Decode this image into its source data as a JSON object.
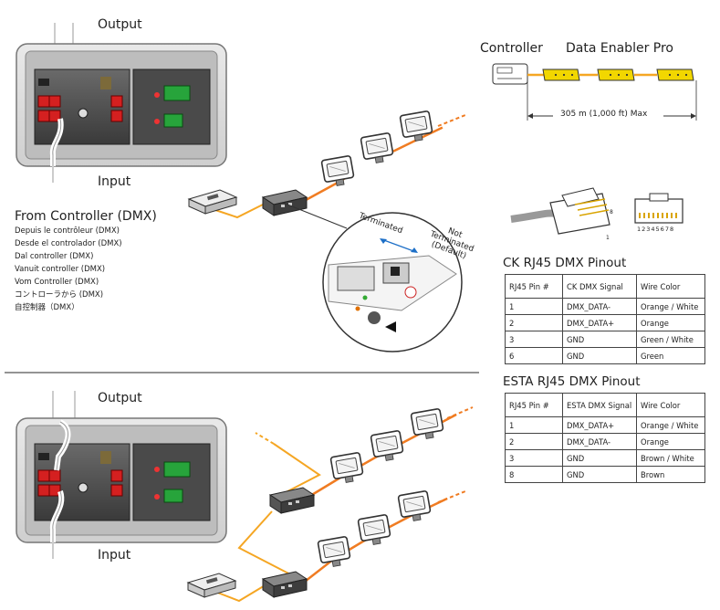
{
  "top_box": {
    "output_label": "Output",
    "input_label": "Input"
  },
  "bottom_box": {
    "output_label": "Output",
    "input_label": "Input"
  },
  "from_controller": {
    "title": "From Controller (DMX)",
    "lines": [
      "Depuis le contrôleur (DMX)",
      "Desde el controlador (DMX)",
      "Dal controller (DMX)",
      "Vanuit controller (DMX)",
      "Vom Controller (DMX)",
      "コントローラから (DMX)",
      "自控制器（DMX）"
    ]
  },
  "zoom": {
    "terminated": "Terminated",
    "not_terminated_1": "Not",
    "not_terminated_2": "Terminated",
    "not_terminated_3": "(Default)"
  },
  "chain": {
    "controller": "Controller",
    "enabler": "Data Enabler Pro",
    "distance": "305 m (1,000 ft) Max"
  },
  "connector": {
    "pin_numbers": "12345678",
    "pin_8": "8",
    "pin_1": "1"
  },
  "ck_table": {
    "title": "CK RJ45 DMX Pinout",
    "headers": [
      "RJ45 Pin #",
      "CK DMX Signal",
      "Wire Color"
    ],
    "rows": [
      [
        "1",
        "DMX_DATA-",
        "Orange / White"
      ],
      [
        "2",
        "DMX_DATA+",
        "Orange"
      ],
      [
        "3",
        "GND",
        "Green / White"
      ],
      [
        "6",
        "GND",
        "Green"
      ]
    ]
  },
  "esta_table": {
    "title": "ESTA RJ45 DMX Pinout",
    "headers": [
      "RJ45 Pin #",
      "ESTA DMX Signal",
      "Wire Color"
    ],
    "rows": [
      [
        "1",
        "DMX_DATA+",
        "Orange / White"
      ],
      [
        "2",
        "DMX_DATA-",
        "Orange"
      ],
      [
        "3",
        "GND",
        "Brown / White"
      ],
      [
        "8",
        "GND",
        "Brown"
      ]
    ]
  },
  "colors": {
    "data_cable": "#f5a623",
    "fixture_cable": "#f07c22",
    "enabler_yellow": "#f2d700"
  }
}
